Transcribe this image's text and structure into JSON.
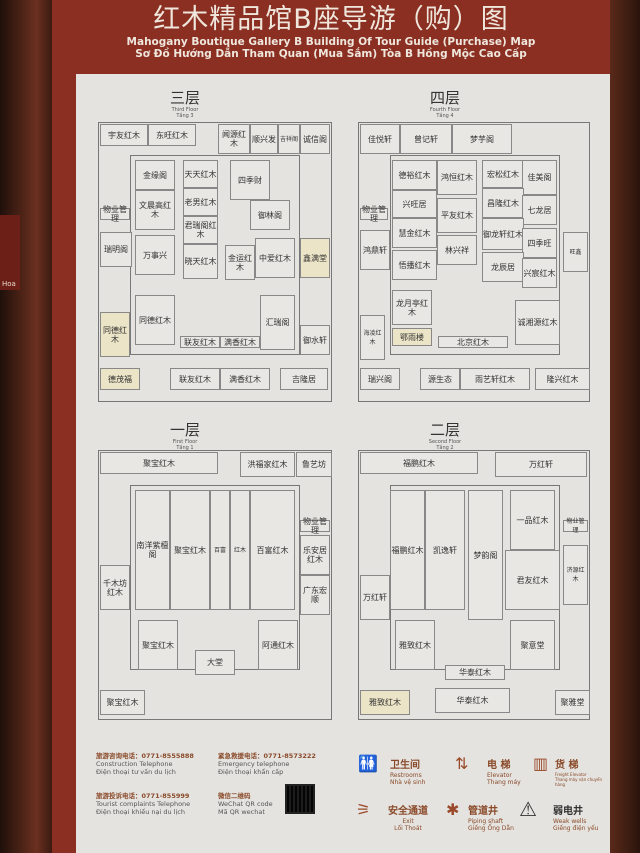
{
  "header": {
    "title_cn": "红木精品馆B座导游（购）图",
    "title_en": "Mahogany Boutique Gallery B Building Of Tour Guide (Purchase) Map",
    "title_vn": "Sơ Đồ Hướng Dẫn Tham Quan (Mua Sắm) Tòa B Hồng Mộc Cao Cấp"
  },
  "side_sign": "Hoa",
  "floors": [
    {
      "cn": "三层",
      "en": "Third Floor",
      "vn": "Tầng 3",
      "shops": [
        "宇友红木",
        "东旺红木",
        "闻源红木",
        "顺兴发",
        "吉祥阁",
        "诚信阁",
        "金缘阁",
        "天天红木",
        "文晨高红木",
        "老男红木",
        "君瑞阁红木",
        "四季财",
        "御林阁",
        "瑞明阁",
        "万事兴",
        "晓天红木",
        "金运红木",
        "中爱红木",
        "鑫满堂",
        "同德红木",
        "同德红木",
        "汇瑞阁",
        "御水轩",
        "联友红木",
        "满香红木",
        "德茂福",
        "联友红木",
        "满香红木",
        "吉隆居",
        "物业管理"
      ]
    },
    {
      "cn": "四层",
      "en": "Fourth Floor",
      "vn": "Tầng 4",
      "shops": [
        "佳悦轩",
        "曾记轩",
        "梦芋阁",
        "德裕红木",
        "鸿恒红木",
        "宏松红木",
        "佳美阁",
        "兴旺居",
        "昌隆红木",
        "平友红木",
        "七龙居",
        "慧金红木",
        "御龙轩红木",
        "鸿鼎轩",
        "林兴祥",
        "四季旺",
        "悟播红木",
        "龙辰居",
        "兴宸红木",
        "旺鑫",
        "龙月亭红木",
        "海凌红木",
        "诚湘源红木",
        "鄂雨楼",
        "北京红木",
        "瑞兴阁",
        "源生态",
        "雨艺轩红木",
        "隆兴红木",
        "物业管理"
      ]
    },
    {
      "cn": "一层",
      "en": "First Floor",
      "vn": "Tầng 1",
      "shops": [
        "聚宝红木",
        "洪福家红木",
        "鲁艺坊",
        "南洋紫檀阁",
        "聚宝红木",
        "百富",
        "红木",
        "百富红木",
        "乐安居红木",
        "千木坊红木",
        "广东宏顺",
        "聚宝红木",
        "阿通红木",
        "大堂",
        "聚宝红木",
        "物业管理"
      ]
    },
    {
      "cn": "二层",
      "en": "Second Floor",
      "vn": "Tầng 2",
      "shops": [
        "福鹏红木",
        "万红轩",
        "一品红木",
        "福鹏红木",
        "凯逸轩",
        "梦韵阁",
        "君友红木",
        "济源红木",
        "万红轩",
        "雅致红木",
        "聚意堂",
        "华泰红木",
        "雅致红木",
        "华泰红木",
        "聚雅堂",
        "物业管理"
      ]
    }
  ],
  "contacts": [
    {
      "cn": "旅游咨询电话：0771-8555888",
      "en": "Construction Telephone",
      "vn": "Điện thoại tư vấn du lịch"
    },
    {
      "cn": "紧急救援电话：0771-8573222",
      "en": "Emergency telephone",
      "vn": "Điện thoại khẩn cấp"
    },
    {
      "cn": "旅游投诉电话：0771-855999",
      "en": "Tourist complaints Telephone",
      "vn": "Điện thoại khiếu nại du lịch"
    },
    {
      "cn": "微信二维码",
      "en": "WeChat QR code",
      "vn": "Mã QR wechat"
    }
  ],
  "legend": [
    {
      "cn": "卫生间",
      "en": "Restrooms",
      "vn": "Nhà vệ sinh",
      "icon": "restroom-icon"
    },
    {
      "cn": "电 梯",
      "en": "Elevator",
      "vn": "Thang máy",
      "icon": "elevator-icon"
    },
    {
      "cn": "货 梯",
      "en": "Freight Elevator",
      "vn": "Thang máy vận chuyển hàng",
      "icon": "freight-elevator-icon"
    },
    {
      "cn": "安全通道",
      "en": "Exit",
      "vn": "Lối Thoát",
      "icon": "exit-stairs-icon"
    },
    {
      "cn": "管道井",
      "en": "Piping shaft",
      "vn": "Giếng Ống Dẫn",
      "icon": "piping-shaft-icon"
    },
    {
      "cn": "弱电井",
      "en": "Weak wells",
      "vn": "Giếng điện yếu",
      "icon": "weak-current-icon"
    }
  ],
  "colors": {
    "board": "#8a2f22",
    "poster": "#e4e3df",
    "accent": "#8a4a2a"
  }
}
